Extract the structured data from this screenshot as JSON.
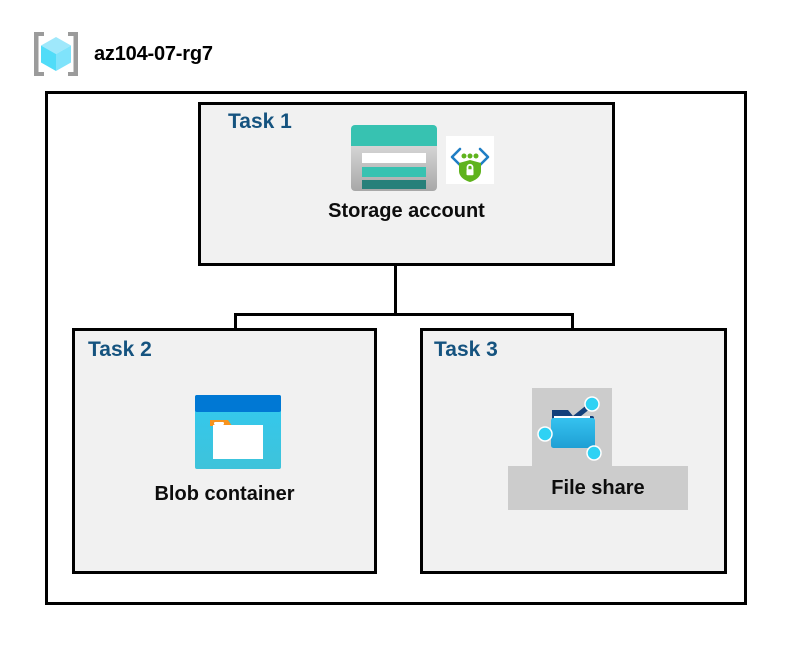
{
  "diagram": {
    "resource_group": {
      "name": "az104-07-rg7",
      "icon": "resource-group-cube-icon"
    },
    "tasks": [
      {
        "id": "task1",
        "label": "Task 1",
        "node_caption": "Storage account",
        "icons": [
          "storage-account-icon",
          "secure-endpoint-shield-icon"
        ]
      },
      {
        "id": "task2",
        "label": "Task 2",
        "node_caption": "Blob container",
        "icons": [
          "blob-container-icon"
        ]
      },
      {
        "id": "task3",
        "label": "Task 3",
        "node_caption": "File share",
        "icons": [
          "file-share-icon"
        ]
      }
    ],
    "connections": [
      {
        "from": "task1",
        "to": "task2"
      },
      {
        "from": "task1",
        "to": "task3"
      }
    ],
    "colors": {
      "task_label": "#15537f",
      "box_border": "#000000",
      "box_fill": "#f1f1f1",
      "canvas": "#ffffff",
      "caption_text": "#0d0d0d",
      "highlight_gray": "#cccccc",
      "azure_blue": "#0078d4",
      "storage_teal": "#37c2b1",
      "shield_green": "#5fb31d",
      "accent_orange": "#f7931e",
      "cyan": "#32c4e8"
    }
  }
}
